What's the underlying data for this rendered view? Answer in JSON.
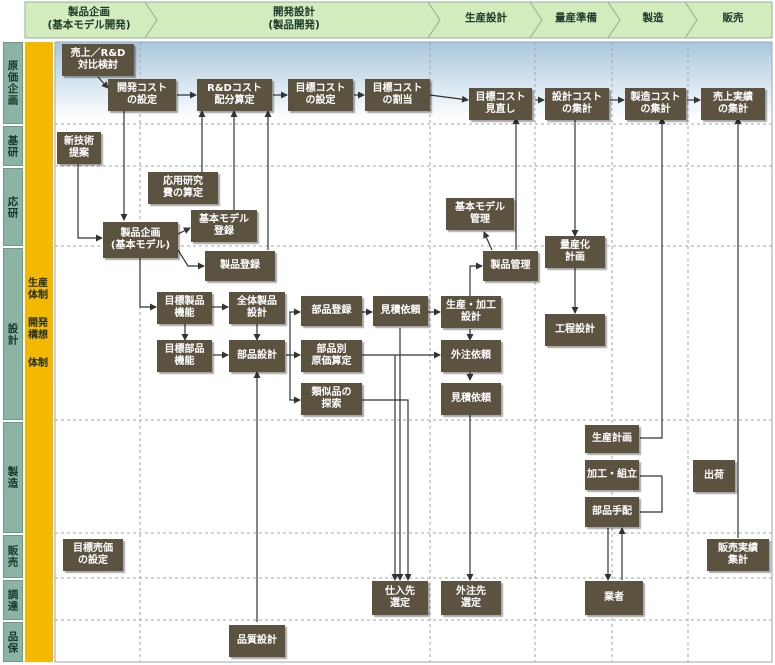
{
  "phases": [
    {
      "id": "p1",
      "label": "製品企画\n(基本モデル開発)"
    },
    {
      "id": "p2",
      "label": "開発設計\n(製品開発)"
    },
    {
      "id": "p3",
      "label": "生産設計"
    },
    {
      "id": "p4",
      "label": "量産準備"
    },
    {
      "id": "p5",
      "label": "製造"
    },
    {
      "id": "p6",
      "label": "販売"
    }
  ],
  "lanes": [
    {
      "id": "genka",
      "label": "原価企画"
    },
    {
      "id": "kiken",
      "label": "基研"
    },
    {
      "id": "oken",
      "label": "応研"
    },
    {
      "id": "sekkei",
      "label": "設計"
    },
    {
      "id": "seizo",
      "label": "製造"
    },
    {
      "id": "hanbai",
      "label": "販売"
    },
    {
      "id": "chotatsu",
      "label": "調達"
    },
    {
      "id": "hinpo",
      "label": "品保"
    }
  ],
  "side_labels": [
    "生産体制",
    "開発構想",
    "体制"
  ],
  "nodes": [
    {
      "id": "uriage_rd",
      "label": "売上／R&D\n対比検討"
    },
    {
      "id": "kaihatsu_cost",
      "label": "開発コスト\nの設定"
    },
    {
      "id": "rd_cost",
      "label": "R&Dコスト\n配分算定"
    },
    {
      "id": "mokuhyo_settei",
      "label": "目標コスト\nの設定"
    },
    {
      "id": "mokuhyo_wariate",
      "label": "目標コスト\nの割当"
    },
    {
      "id": "mokuhyo_minaoshi",
      "label": "目標コスト\n見直し"
    },
    {
      "id": "sekkei_cost",
      "label": "設計コスト\nの集計"
    },
    {
      "id": "seizo_cost",
      "label": "製造コスト\nの集計"
    },
    {
      "id": "uriage_jisseki",
      "label": "売上実績\nの集計"
    },
    {
      "id": "shingijutsu",
      "label": "新技術\n提案"
    },
    {
      "id": "oyo_kenkyu",
      "label": "応用研究\n費の算定"
    },
    {
      "id": "kihon_toroku",
      "label": "基本モデル\n登録"
    },
    {
      "id": "kihon_kanri",
      "label": "基本モデル\n管理"
    },
    {
      "id": "seihin_kikaku",
      "label": "製品企画\n(基本モデル)"
    },
    {
      "id": "seihin_toroku",
      "label": "製品登録"
    },
    {
      "id": "seihin_kanri",
      "label": "製品管理"
    },
    {
      "id": "ryosanka",
      "label": "量産化\n計画"
    },
    {
      "id": "mokuhyo_seihin",
      "label": "目標製品\n機能"
    },
    {
      "id": "zentai_seihin",
      "label": "全体製品\n設計"
    },
    {
      "id": "buhin_toroku",
      "label": "部品登録"
    },
    {
      "id": "mitsumori1",
      "label": "見積依頼"
    },
    {
      "id": "seisan_kako",
      "label": "生産・加工\n設計"
    },
    {
      "id": "koutei",
      "label": "工程設計"
    },
    {
      "id": "mokuhyo_buhin",
      "label": "目標部品\n機能"
    },
    {
      "id": "buhin_sekkei",
      "label": "部品設計"
    },
    {
      "id": "buhin_genka",
      "label": "部品別\n原価算定"
    },
    {
      "id": "gaichu",
      "label": "外注依頼"
    },
    {
      "id": "ruiji",
      "label": "類似品の\n探索"
    },
    {
      "id": "mitsumori2",
      "label": "見積依頼"
    },
    {
      "id": "seisan_keikaku",
      "label": "生産計画"
    },
    {
      "id": "kako_kumitate",
      "label": "加工・組立"
    },
    {
      "id": "shukka",
      "label": "出荷"
    },
    {
      "id": "buhin_tehai",
      "label": "部品手配"
    },
    {
      "id": "mokuhyo_baika",
      "label": "目標売価\nの設定"
    },
    {
      "id": "hanbai_jisseki",
      "label": "販売実績\n集計"
    },
    {
      "id": "shiire",
      "label": "仕入先\n選定"
    },
    {
      "id": "gaichu_sentei",
      "label": "外注先\n選定"
    },
    {
      "id": "gyosha",
      "label": "業者"
    },
    {
      "id": "hinshitsu",
      "label": "品質設計"
    }
  ],
  "colors": {
    "box": "#5b5240",
    "lane": "#8ab5a4",
    "header": "#d2ecbe",
    "side_bar": "#f4b800",
    "band_top": "#a9c7dd",
    "line": "#333333",
    "grid": "#9aa8b4"
  }
}
